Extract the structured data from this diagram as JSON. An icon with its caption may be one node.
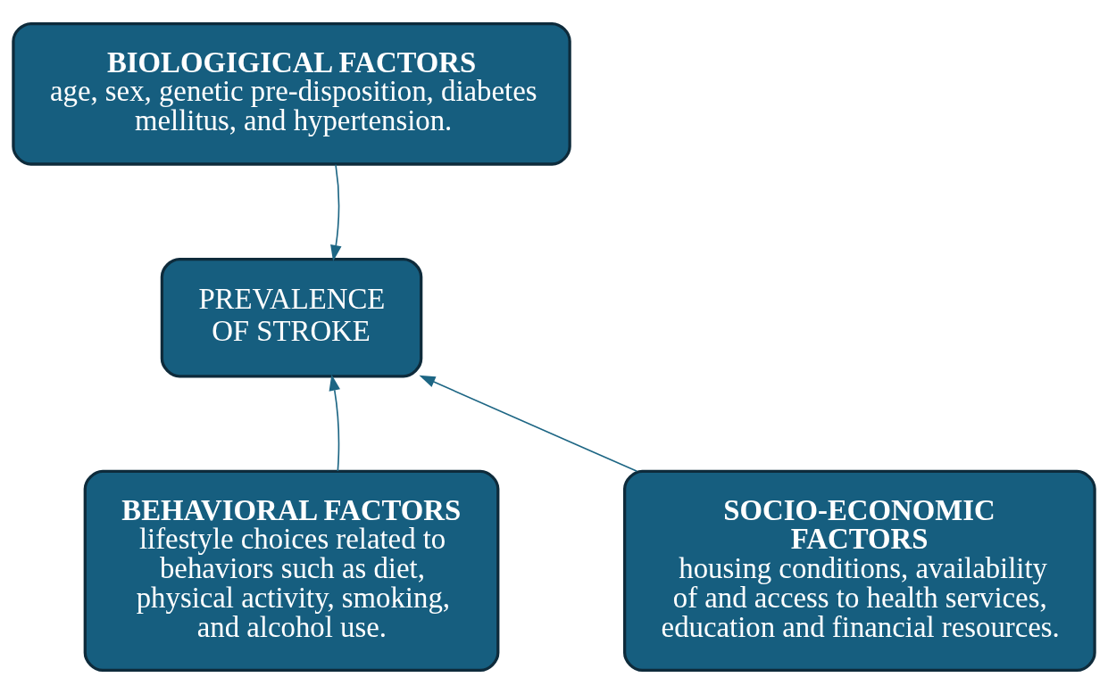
{
  "diagram": {
    "nodes": [
      {
        "text": [
          "BIOLOGIGICAL FACTORS",
          "age, sex, genetic pre-disposition, diabetes mellitus, and hypertension."
        ]
      },
      {
        "text": [
          "PREVALENCE OF STROKE"
        ]
      },
      {
        "text": [
          "BEHAVIORAL FACTORS",
          "lifestyle choices related to behaviors such as diet, physical activity, smoking, and alcohol use."
        ]
      },
      {
        "text": [
          "SOCIO-ECONOMIC FACTORS",
          "housing conditions, availability of and access to health services, education and financial resources."
        ]
      }
    ],
    "edges": [
      {
        "from": 0,
        "to": 1,
        "arrow": "to"
      },
      {
        "from": 2,
        "to": 1,
        "arrow": "to"
      },
      {
        "from": 3,
        "to": 1,
        "arrow": "to"
      }
    ]
  }
}
